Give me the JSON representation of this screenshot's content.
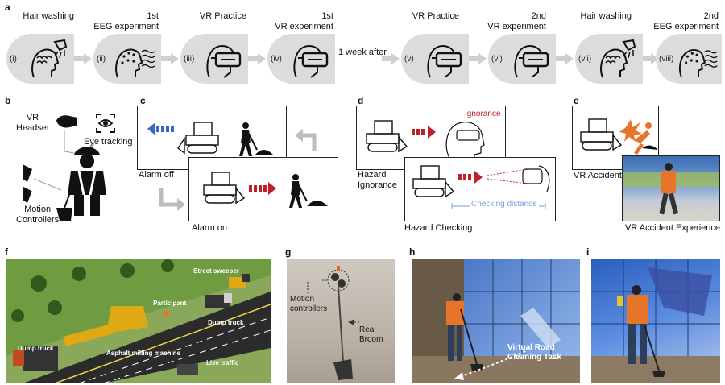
{
  "panel_labels": {
    "a": "a",
    "b": "b",
    "c": "c",
    "d": "d",
    "e": "e",
    "f": "f",
    "g": "g",
    "h": "h",
    "i": "i"
  },
  "timeline": {
    "steps": [
      {
        "roman": "(i)",
        "title_line1": "",
        "title_line2": "Hair washing",
        "icon": "hair-washing-icon"
      },
      {
        "roman": "(ii)",
        "title_line1": "1st",
        "title_line2": "EEG experiment",
        "icon": "eeg-head-icon"
      },
      {
        "roman": "(iii)",
        "title_line1": "",
        "title_line2": "VR Practice",
        "icon": "vr-headset-icon"
      },
      {
        "roman": "(iv)",
        "title_line1": "1st",
        "title_line2": "VR experiment",
        "icon": "vr-headset-icon"
      },
      {
        "roman": "(v)",
        "title_line1": "",
        "title_line2": "VR Practice",
        "icon": "vr-headset-icon"
      },
      {
        "roman": "(vi)",
        "title_line1": "2nd",
        "title_line2": "VR experiment",
        "icon": "vr-headset-icon"
      },
      {
        "roman": "(vii)",
        "title_line1": "",
        "title_line2": "Hair washing",
        "icon": "hair-washing-icon"
      },
      {
        "roman": "(viii)",
        "title_line1": "2nd",
        "title_line2": "EEG experiment",
        "icon": "eeg-head-icon"
      }
    ],
    "gap_label": "1 week after"
  },
  "panel_b": {
    "vr_headset": "VR\nHeadset",
    "eye_tracking": "Eye tracking",
    "motion_controllers": "Motion\nControllers"
  },
  "panel_c": {
    "alarm_off": "Alarm off",
    "alarm_on": "Alarm on"
  },
  "panel_d": {
    "ignorance_tag": "Ignorance",
    "hazard_ignorance": "Hazard\nIgnorance",
    "checking_distance": "Checking distance",
    "hazard_checking": "Hazard Checking"
  },
  "panel_e": {
    "vr_accident": "VR Accident",
    "vr_accident_experience": "VR Accident Experience"
  },
  "panel_f": {
    "street_sweeper": "Street sweeper",
    "participant": "Participant",
    "dump_truck_right": "Dump truck",
    "dump_truck_left": "Dump truck",
    "asphalt_milling": "Asphalt milling machine",
    "live_traffic": "Live traffic"
  },
  "panel_g": {
    "motion_controllers": "Motion\ncontrollers",
    "real_broom": "Real\nBroom"
  },
  "panel_h": {
    "task": "Virtual Road\nCleaning Task"
  },
  "colors": {
    "alarm_blue": "#3a67c4",
    "alarm_red": "#c0202a",
    "checking_blue": "#7a9ad8",
    "pill_gray": "#dcdcdc",
    "worker_orange": "#e8742a"
  }
}
